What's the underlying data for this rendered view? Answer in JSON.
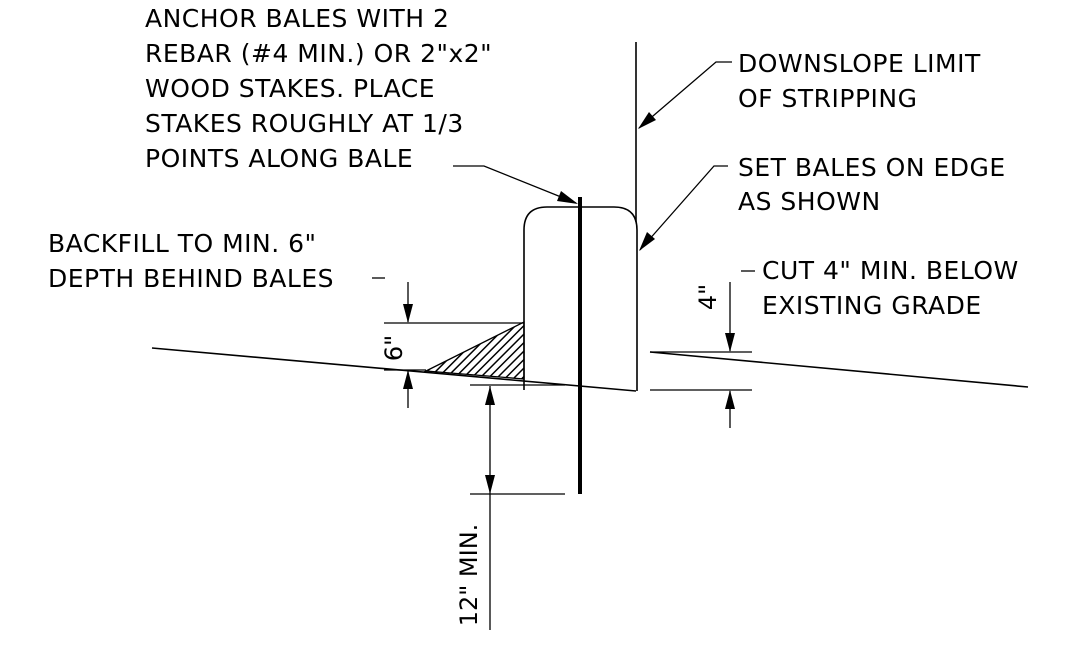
{
  "notes": {
    "anchor": [
      "ANCHOR BALES WITH 2",
      "REBAR (#4 MIN.) OR 2\"x2\"",
      "WOOD STAKES.  PLACE",
      "STAKES ROUGHLY AT 1/3",
      "POINTS ALONG BALE"
    ],
    "downslope": [
      "DOWNSLOPE LIMIT",
      "OF STRIPPING"
    ],
    "set_bales": [
      "SET BALES ON EDGE",
      "AS SHOWN"
    ],
    "backfill": [
      "BACKFILL TO MIN. 6\"",
      "DEPTH BEHIND BALES"
    ],
    "cut": [
      "CUT 4\" MIN. BELOW",
      "EXISTING GRADE"
    ]
  },
  "dimensions": {
    "backfill_depth": "6\"",
    "cut_depth": "4\"",
    "stake_embed": "12\" MIN."
  },
  "colors": {
    "line": "#000000",
    "background": "#ffffff"
  }
}
